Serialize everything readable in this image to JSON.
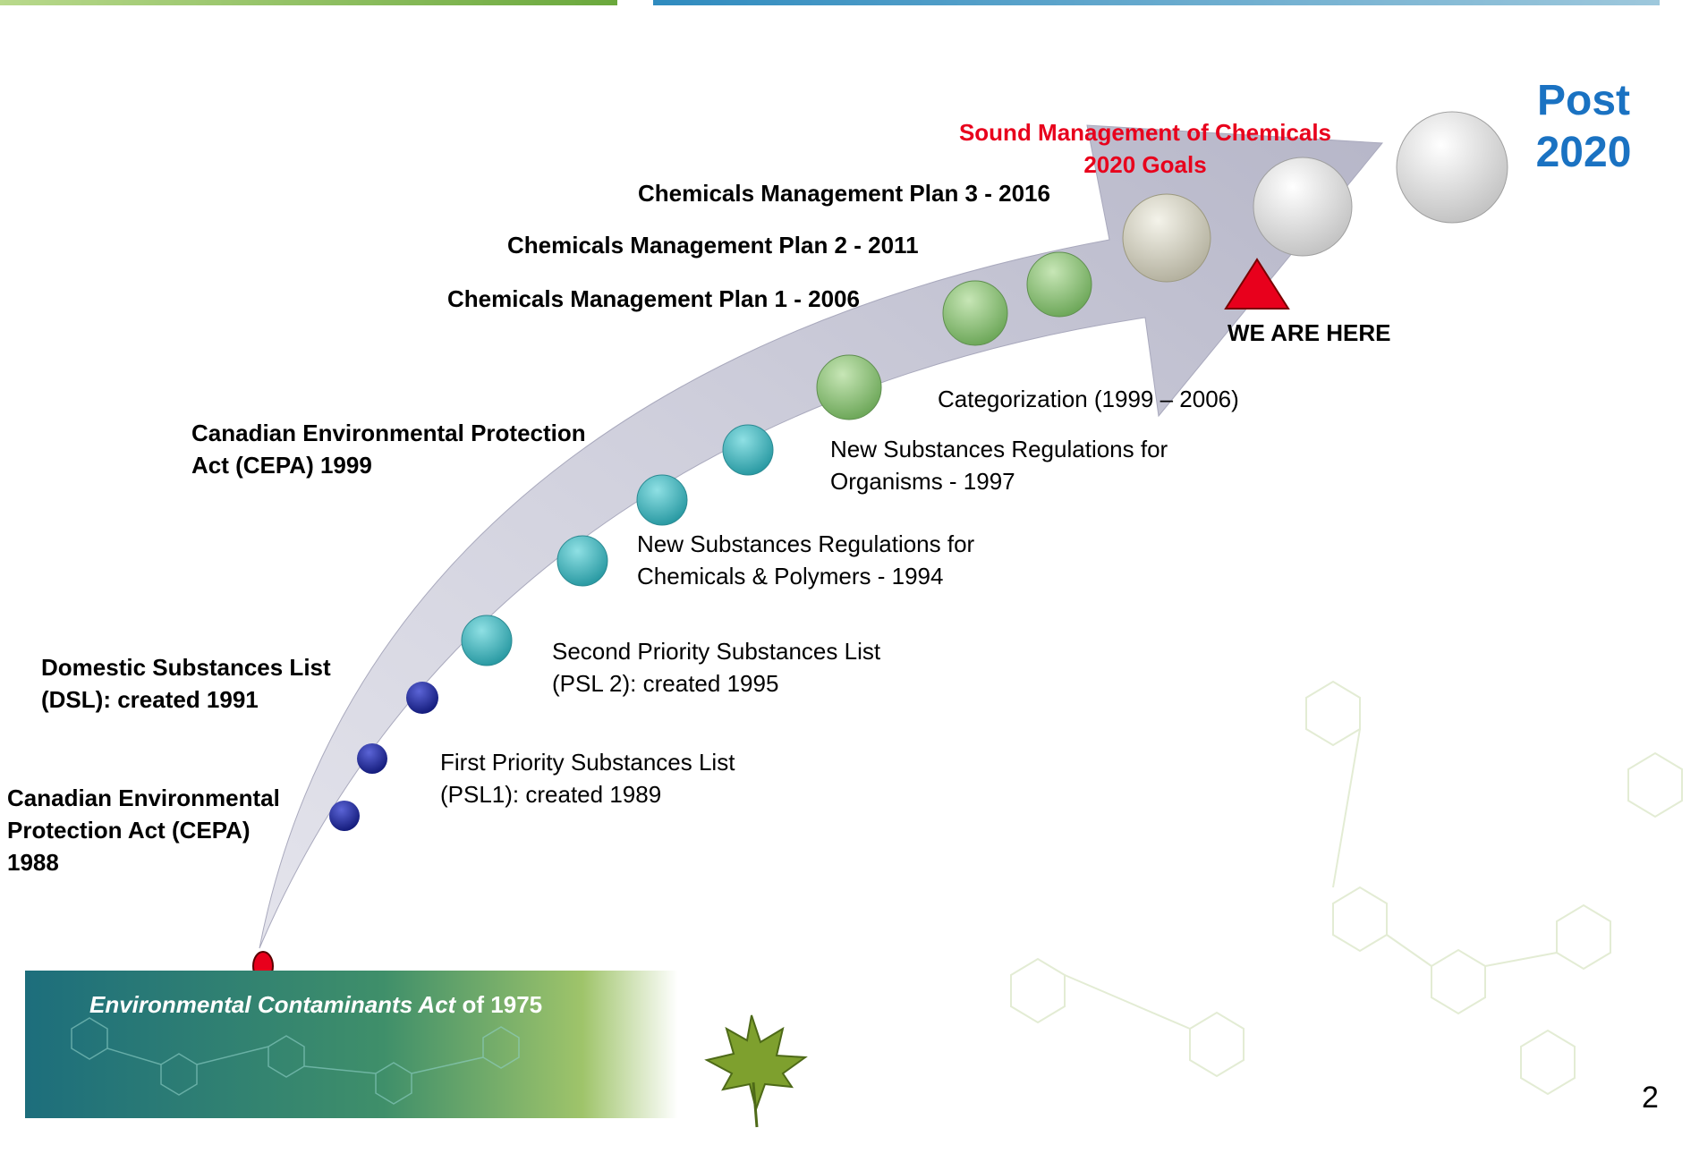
{
  "header_bar": {
    "left_color": "#8bbf4a",
    "right_color": "#4a9ac8"
  },
  "arrow": {
    "fill": "#c9c9d6",
    "edge": "#9a9aab"
  },
  "milestones_left_bold": [
    {
      "id": "cepa-1988",
      "lines": [
        "Canadian Environmental",
        "Protection Act (CEPA)",
        "1988"
      ]
    },
    {
      "id": "dsl-1991",
      "lines": [
        "Domestic Substances List",
        "(DSL): created 1991"
      ]
    },
    {
      "id": "cepa-1999",
      "lines": [
        "Canadian Environmental Protection",
        "Act (CEPA) 1999"
      ]
    },
    {
      "id": "cmp1",
      "lines": [
        "Chemicals Management Plan 1 - 2006"
      ]
    },
    {
      "id": "cmp2",
      "lines": [
        "Chemicals Management Plan 2 - 2011"
      ]
    },
    {
      "id": "cmp3",
      "lines": [
        "Chemicals Management Plan 3 - 2016"
      ]
    }
  ],
  "milestones_right": [
    {
      "id": "psl1",
      "lines": [
        "First Priority Substances List",
        "(PSL1): created 1989"
      ]
    },
    {
      "id": "psl2",
      "lines": [
        "Second Priority Substances List",
        "(PSL 2): created 1995"
      ]
    },
    {
      "id": "nsr-chem",
      "lines": [
        "New Substances Regulations for",
        "Chemicals & Polymers - 1994"
      ]
    },
    {
      "id": "nsr-org",
      "lines": [
        "New Substances Regulations for",
        "Organisms - 1997"
      ]
    },
    {
      "id": "categorization",
      "lines": [
        "Categorization (1999 – 2006)"
      ]
    }
  ],
  "goals_label": [
    "Sound Management of Chemicals",
    "2020 Goals"
  ],
  "marker_label": "WE ARE HERE",
  "post_label": [
    "Post",
    "2020"
  ],
  "banner": {
    "italic": "Environmental Contaminants Act",
    "rest": " of 1975"
  },
  "page_number": "2",
  "colors": {
    "navy": "#1f2a9a",
    "teal": "#3fb6bd",
    "green": "#8fc47f",
    "gray": "#d6d4c4",
    "white": "#f2f2f2",
    "red": "#e8001c",
    "blue": "#1a72c2"
  }
}
